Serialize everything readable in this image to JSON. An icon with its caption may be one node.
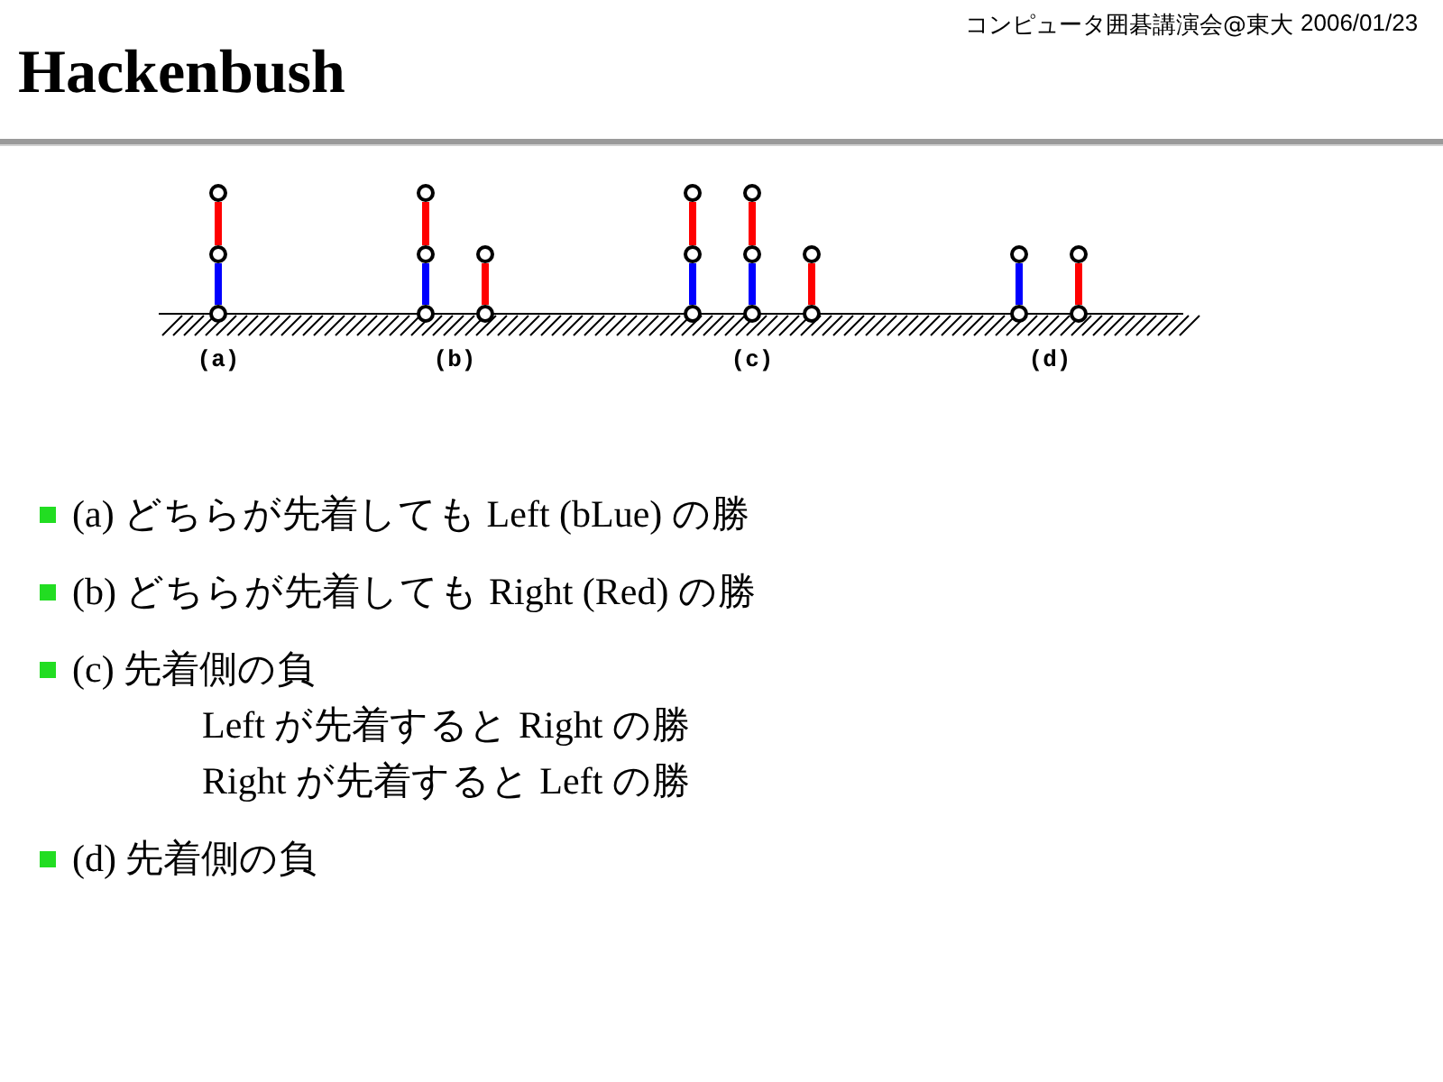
{
  "diagram": {
    "title": "Hackenbush",
    "nodes": [
      {
        "text": [],
        "shape": "circle"
      },
      {
        "text": [],
        "shape": "circle"
      },
      {
        "text": [],
        "shape": "circle"
      },
      {
        "text": [],
        "shape": "circle"
      },
      {
        "text": [],
        "shape": "circle"
      },
      {
        "text": [],
        "shape": "circle"
      },
      {
        "text": [],
        "shape": "circle"
      },
      {
        "text": [],
        "shape": "circle"
      },
      {
        "text": [],
        "shape": "circle"
      },
      {
        "text": [],
        "shape": "circle"
      },
      {
        "text": [],
        "shape": "circle"
      },
      {
        "text": [],
        "shape": "circle"
      },
      {
        "text": [],
        "shape": "circle"
      },
      {
        "text": [],
        "shape": "circle"
      },
      {
        "text": [],
        "shape": "circle"
      },
      {
        "text": [],
        "shape": "circle"
      },
      {
        "text": [],
        "shape": "circle"
      },
      {
        "text": [],
        "shape": "circle"
      },
      {
        "text": [],
        "shape": "circle"
      },
      {
        "text": [],
        "shape": "circle"
      }
    ],
    "edges": [
      {
        "from": 0,
        "to": 1,
        "arrow": "none"
      },
      {
        "from": 1,
        "to": 2,
        "arrow": "none",
        "color": "#0000ff"
      },
      {
        "from": 3,
        "to": 4,
        "arrow": "none"
      },
      {
        "from": 4,
        "to": 5,
        "arrow": "none",
        "color": "#0000ff"
      },
      {
        "from": 6,
        "to": 7,
        "arrow": "none"
      },
      {
        "from": 8,
        "to": 9,
        "arrow": "none"
      },
      {
        "from": 9,
        "to": 10,
        "arrow": "none",
        "color": "#0000ff"
      },
      {
        "from": 11,
        "to": 12,
        "arrow": "none"
      },
      {
        "from": 12,
        "to": 13,
        "arrow": "none",
        "color": "#0000ff"
      },
      {
        "from": 14,
        "to": 15,
        "arrow": "none"
      },
      {
        "from": 16,
        "to": 17,
        "arrow": "none",
        "color": "#0000ff"
      },
      {
        "from": 18,
        "to": 19,
        "arrow": "none"
      }
    ],
    "labels": [
      "コンピュータ囲碁講演会@東大",
      "2006/01/23",
      "(a)",
      "(b)",
      "(c)",
      "(d)",
      "(a) どちらが先着しても Left (bLue) の勝",
      "(b) どちらが先着しても Right (Red) の勝",
      "(c) 先着側の負",
      "Left が先着すると Right の勝",
      "Right が先着すると Left の勝",
      "(d) 先着側の負"
    ]
  }
}
